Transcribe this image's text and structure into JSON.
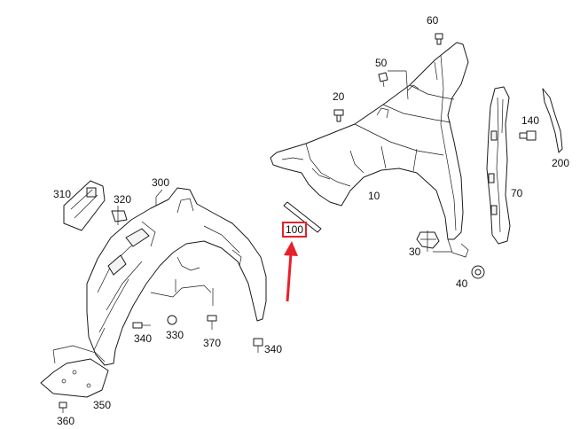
{
  "diagram": {
    "accent_color": "#e8202a",
    "highlighted_part": "100",
    "part_numbers": {
      "p10": "10",
      "p20": "20",
      "p30": "30",
      "p40": "40",
      "p50": "50",
      "p60": "60",
      "p70": "70",
      "p100": "100",
      "p140": "140",
      "p200": "200",
      "p300": "300",
      "p310": "310",
      "p320": "320",
      "p330": "330",
      "p340a": "340",
      "p340b": "340",
      "p350": "350",
      "p360": "360",
      "p370": "370"
    }
  }
}
